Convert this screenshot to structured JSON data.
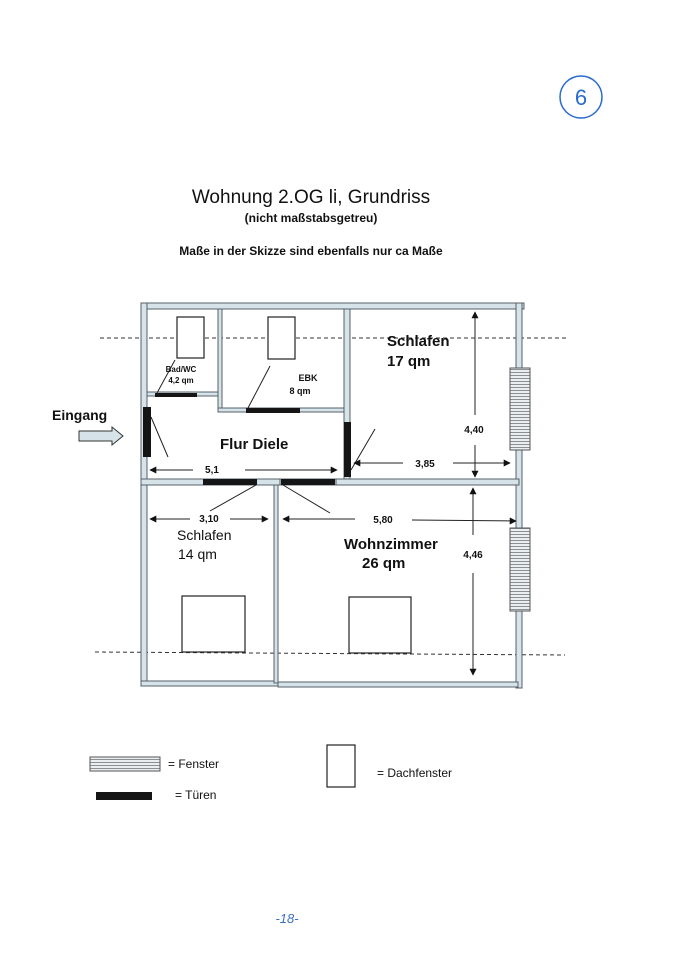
{
  "page_marker": "6",
  "page_number": "-18-",
  "title": "Wohnung 2.OG li, Grundriss",
  "subtitle": "(nicht maßstabsgetreu)",
  "note": "Maße in der Skizze sind ebenfalls nur ca Maße",
  "entrance_label": "Eingang",
  "rooms": {
    "bad": {
      "name": "Bad/WC",
      "area": "4,2 qm"
    },
    "ebk": {
      "name": "EBK",
      "area": "8 qm"
    },
    "schlafen1": {
      "name": "Schlafen",
      "area": "17 qm"
    },
    "flur": {
      "name": "Flur Diele"
    },
    "schlafen2": {
      "name": "Schlafen",
      "area": "14 qm"
    },
    "wohnzimmer": {
      "name": "Wohnzimmer",
      "area": "26 qm"
    }
  },
  "dimensions": {
    "flur_width": "5,1",
    "schlafen1_width": "3,85",
    "schlafen1_depth": "4,40",
    "schlafen2_width": "3,10",
    "wohnzimmer_width": "5,80",
    "wohnzimmer_depth": "4,46"
  },
  "legend": {
    "window": "= Fenster",
    "door": "= Türen",
    "skylight": "= Dachfenster"
  }
}
